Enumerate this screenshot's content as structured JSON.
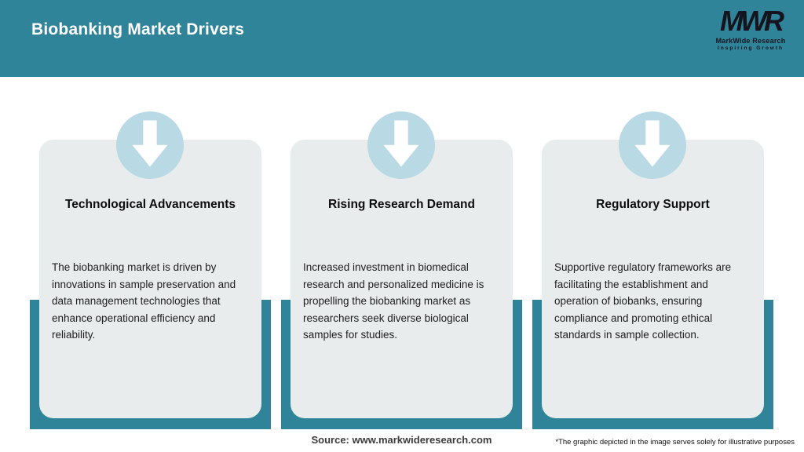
{
  "header": {
    "title": "Biobanking Market Drivers",
    "logo": {
      "acronym": "MWR",
      "name": "MarkWide Research",
      "tagline": "Inspiring Growth"
    }
  },
  "cards": [
    {
      "icon": "down-arrow",
      "title": "Technological Advancements",
      "description": "The biobanking market is driven by innovations in sample preservation and data management technologies that enhance operational efficiency and reliability."
    },
    {
      "icon": "down-arrow",
      "title": "Rising Research Demand",
      "description": "Increased investment in biomedical research and personalized medicine is propelling the biobanking market as researchers seek diverse biological samples for studies."
    },
    {
      "icon": "down-arrow",
      "title": "Regulatory Support",
      "description": "Supportive regulatory frameworks are facilitating the establishment and operation of biobanks, ensuring compliance and promoting ethical standards in sample collection."
    }
  ],
  "footer": {
    "source": "Source: www.markwideresearch.com",
    "disclaimer": "*The graphic depicted in the image serves solely for illustrative purposes"
  },
  "colors": {
    "teal": "#2f8499",
    "circle_blue": "#b9d9e5",
    "card_gray": "#e8ecec"
  }
}
